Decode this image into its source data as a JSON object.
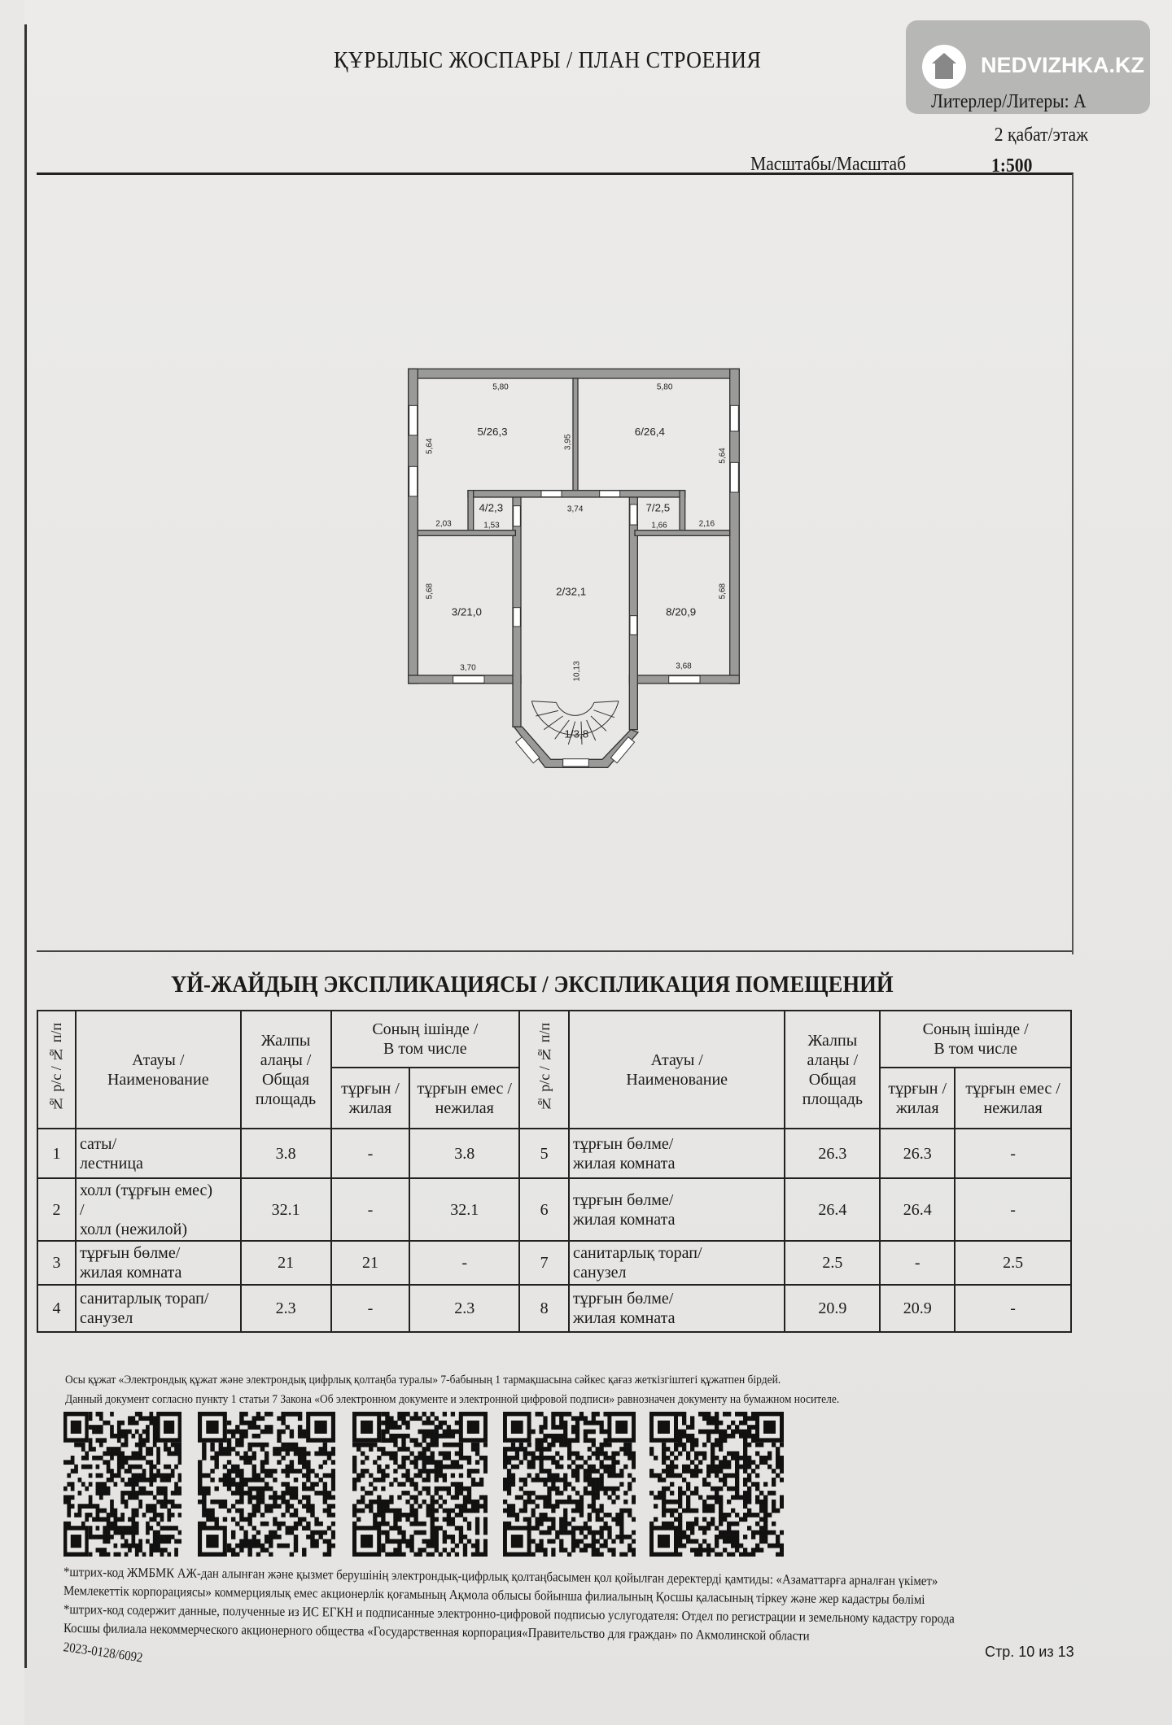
{
  "header": {
    "title": "ҚҰРЫЛЫС ЖОСПАРЫ / ПЛАН СТРОЕНИЯ",
    "liters": "Литерлер/Литеры: А",
    "floor": "2 қабат/этаж",
    "scale_label": "Масштабы/Масштаб",
    "scale_value": "1:500"
  },
  "watermark": {
    "text": "NEDVIZHKA.KZ",
    "icon": "house-icon"
  },
  "plan": {
    "rooms": [
      {
        "label": "5/26,3"
      },
      {
        "label": "6/26,4"
      },
      {
        "label": "4/2,3"
      },
      {
        "label": "7/2,5"
      },
      {
        "label": "2/32,1"
      },
      {
        "label": "3/21,0"
      },
      {
        "label": "8/20,9"
      },
      {
        "label": "1/3,8"
      }
    ],
    "dimensions": [
      "5,80",
      "5,80",
      "5,64",
      "3,95",
      "5,64",
      "2,03",
      "1,53",
      "3,74",
      "1,66",
      "2,16",
      "5,68",
      "5,68",
      "3,70",
      "10,13",
      "3,68"
    ]
  },
  "explication": {
    "title": "ҮЙ-ЖАЙДЫҢ ЭКСПЛИКАЦИЯСЫ / ЭКСПЛИКАЦИЯ ПОМЕЩЕНИЙ",
    "headers": {
      "num": "№ р/с / № п/п",
      "name": "Атауы /\nНаименование",
      "total": "Жалпы\nалаңы /\nОбщая\nплощадь",
      "incl": "Соның ішінде /\nВ том числе",
      "living": "тұрғын /\nжилая",
      "nonliving": "тұрғын емес /\nнежилая"
    },
    "rows": [
      {
        "left": {
          "num": "1",
          "name": "саты/\nлестница",
          "total": "3.8",
          "living": "-",
          "nonliving": "3.8"
        },
        "right": {
          "num": "5",
          "name": "тұрғын бөлме/\nжилая комната",
          "total": "26.3",
          "living": "26.3",
          "nonliving": "-"
        }
      },
      {
        "left": {
          "num": "2",
          "name": "холл (тұрғын емес)\n/\nхолл (нежилой)",
          "total": "32.1",
          "living": "-",
          "nonliving": "32.1"
        },
        "right": {
          "num": "6",
          "name": "тұрғын бөлме/\nжилая комната",
          "total": "26.4",
          "living": "26.4",
          "nonliving": "-"
        }
      },
      {
        "left": {
          "num": "3",
          "name": "тұрғын бөлме/\nжилая комната",
          "total": "21",
          "living": "21",
          "nonliving": "-"
        },
        "right": {
          "num": "7",
          "name": "санитарлық торап/\nсанузел",
          "total": "2.5",
          "living": "-",
          "nonliving": "2.5"
        }
      },
      {
        "left": {
          "num": "4",
          "name": "санитарлық торап/\nсанузел",
          "total": "2.3",
          "living": "-",
          "nonliving": "2.3"
        },
        "right": {
          "num": "8",
          "name": "тұрғын бөлме/\nжилая комната",
          "total": "20.9",
          "living": "20.9",
          "nonliving": "-"
        }
      }
    ]
  },
  "notes": {
    "kz": "Осы құжат «Электрондық құжат және электрондық цифрлық қолтаңба туралы» 7-бабының 1 тармақшасына сәйкес қағаз жеткізгіштегі құжатпен бірдей.",
    "ru": "Данный документ согласно пункту 1 статьи 7 Закона «Об электронном документе и электронной цифровой подписи» равнозначен документу на бумажном носителе."
  },
  "footer": {
    "lines": [
      "*штрих-код ЖМБМК АЖ-дан алынған және қызмет берушінің электрондық-цифрлық қолтаңбасымен қол қойылған деректерді қамтиды: «Азаматтарға арналған үкімет»",
      "Мемлекеттік корпорациясы» коммерциялық емес акционерлік қоғамының Ақмола облысы бойынша филиалының Қосшы қаласының тіркеу және жер кадастры бөлімі",
      "*штрих-код содержит данные, полученные из ИС ЕГКН и подписанные электронно-цифровой подписью услугодателя: Отдел по регистрации и земельному кадастру города",
      "Косшы филиала некоммерческого акционерного общества «Государственная корпорация«Правительство для граждан» по Акмолинской области",
      "2023-0128/6092"
    ],
    "page": "Стр. 10 из 13"
  }
}
